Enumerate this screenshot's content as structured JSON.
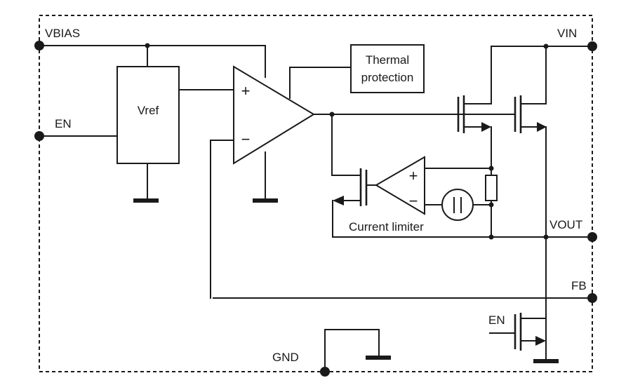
{
  "pins": {
    "vbias": "VBIAS",
    "en": "EN",
    "vin": "VIN",
    "vout": "VOUT",
    "fb": "FB",
    "gnd": "GND"
  },
  "blocks": {
    "vref": "Vref",
    "thermal_line1": "Thermal",
    "thermal_line2": "protection",
    "current_limiter": "Current limiter",
    "discharge_en": "EN"
  },
  "opamp_signs": {
    "plus": "+",
    "minus": "−"
  }
}
